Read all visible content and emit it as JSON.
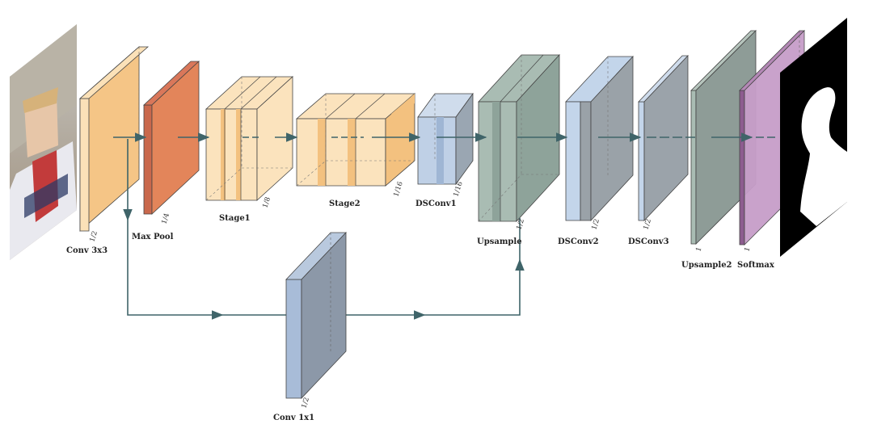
{
  "colors": {
    "arrow": "#3f6469",
    "conv": "#f5c586",
    "maxpool": "#e3855a",
    "maxpool_side": "#c9684c",
    "stage_light": "#fbe3bd",
    "stage_band": "#f3c17f",
    "dsconv1": "#bfd0e6",
    "dsconv1_band": "#9fb6d4",
    "upsample": "#8ea39a",
    "upsample_light": "#a9bcb3",
    "dsconv2": "#9aa2a8",
    "dsconv2_front": "#c3d5ea",
    "dsconv3": "#9ba3aa",
    "upsample2": "#8e9c97",
    "softmax": "#c79ec9",
    "softmax_side": "#8d5c8f",
    "conv1x1": "#8c98a8",
    "conv1x1_front": "#a8bcd8"
  },
  "blocks": {
    "conv3x3": {
      "label": "Conv 3x3",
      "scale": "1/2"
    },
    "maxpool": {
      "label": "Max Pool",
      "scale": "1/4"
    },
    "stage1": {
      "label": "Stage1",
      "scale": "1/8"
    },
    "stage2": {
      "label": "Stage2",
      "scale": "1/16"
    },
    "dsconv1": {
      "label": "DSConv1",
      "scale": "1/16"
    },
    "upsample": {
      "label": "Upsample",
      "scale": "1/2"
    },
    "dsconv2": {
      "label": "DSConv2",
      "scale": "1/2"
    },
    "dsconv3": {
      "label": "DSConv3",
      "scale": "1/2"
    },
    "upsample2": {
      "label": "Upsample2",
      "scale": "1"
    },
    "softmax": {
      "label": "Softmax",
      "scale": "1"
    },
    "conv1x1": {
      "label": "Conv 1x1",
      "scale": "1/2"
    }
  },
  "icons": {
    "input": "input-photo-icon",
    "output": "segmentation-mask-icon"
  }
}
